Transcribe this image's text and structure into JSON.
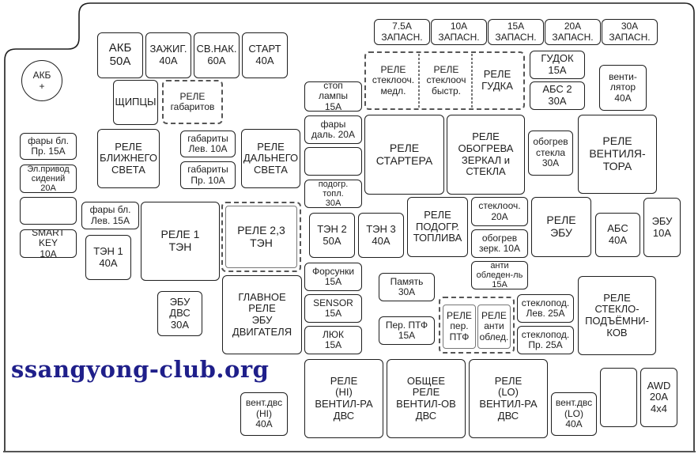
{
  "watermark": "ssangyong-club.org",
  "colors": {
    "line": "#1e1e1e",
    "dashed": "#555555",
    "watermark": "#1f1f8a"
  },
  "battery_terminal": {
    "label": "АКБ\n+"
  },
  "fuses": [
    {
      "id": "fuse-7-5a-spare",
      "label": "7.5А\nЗАПАСН."
    },
    {
      "id": "fuse-10a-spare",
      "label": "10А\nЗАПАСН."
    },
    {
      "id": "fuse-15a-spare",
      "label": "15А\nЗАПАСН."
    },
    {
      "id": "fuse-20a-spare",
      "label": "20А\nЗАПАСН."
    },
    {
      "id": "fuse-30a-spare",
      "label": "30А\nЗАПАСН."
    },
    {
      "id": "fuse-akb-50a",
      "label": "АКБ\n50А"
    },
    {
      "id": "fuse-ignition-40a",
      "label": "ЗАЖИГ.\n40А"
    },
    {
      "id": "fuse-sv-nak-60a",
      "label": "СВ.НАК.\n60А"
    },
    {
      "id": "fuse-start-40a",
      "label": "СТАРТ\n40А"
    },
    {
      "id": "fuse-horn-15a",
      "label": "ГУДОК\n15А"
    },
    {
      "id": "fuse-abs2-30a",
      "label": "АБС 2\n30А"
    },
    {
      "id": "fuse-fan-40a",
      "label": "венти-\nлятор\n40А"
    },
    {
      "id": "fuse-clamps",
      "label": "ЩИПЦЫ"
    },
    {
      "id": "fuse-stop-lamps-15a",
      "label": "стоп\nлампы\n15А"
    },
    {
      "id": "fuse-headlight-right-15a",
      "label": "фары бл.\nПр. 15А"
    },
    {
      "id": "fuse-power-seats-20a",
      "label": "Эл.привод\nсидений\n20А"
    },
    {
      "id": "fuse-parking-left-10a",
      "label": "габариты\nЛев. 10А"
    },
    {
      "id": "fuse-parking-right-10a",
      "label": "габариты\nПр. 10А"
    },
    {
      "id": "fuse-high-beam-20a",
      "label": "фары\nдаль. 20А"
    },
    {
      "id": "fuse-blank-1",
      "label": ""
    },
    {
      "id": "fuse-fan-heater-30a",
      "label": "обогрев\nстекла\n30А"
    },
    {
      "id": "fuse-fuel-heater-30a",
      "label": "подогр.\nтопл.\n30А"
    },
    {
      "id": "fuse-blank-2",
      "label": ""
    },
    {
      "id": "fuse-headlight-left-15a",
      "label": "фары бл.\nЛев. 15А"
    },
    {
      "id": "fuse-smart-key-10a",
      "label": "SMART KEY\n10А"
    },
    {
      "id": "fuse-ten1-40a",
      "label": "ТЭН 1\n40А"
    },
    {
      "id": "fuse-ten2-50a",
      "label": "ТЭН 2\n50А"
    },
    {
      "id": "fuse-ten3-40a",
      "label": "ТЭН 3\n40А"
    },
    {
      "id": "fuse-washer-20a",
      "label": "стеклооч.\n20А"
    },
    {
      "id": "fuse-mirror-heater-10a",
      "label": "обогрев\nзерк. 10А"
    },
    {
      "id": "fuse-abs-40a",
      "label": "АБС\n40А"
    },
    {
      "id": "fuse-ecu-10a",
      "label": "ЭБУ\n10А"
    },
    {
      "id": "fuse-injectors-15a",
      "label": "Форсунки\n15А"
    },
    {
      "id": "fuse-memory-30a",
      "label": "Память\n30А"
    },
    {
      "id": "fuse-antifrost-15a",
      "label": "анти\nобледен-ль\n15А"
    },
    {
      "id": "fuse-ecu-engine-30a",
      "label": "ЭБУ\nДВС\n30А"
    },
    {
      "id": "fuse-sensor-15a",
      "label": "SENSOR\n15А"
    },
    {
      "id": "fuse-window-left-25a",
      "label": "стеклопод.\nЛев. 25А"
    },
    {
      "id": "fuse-sunroof-15a",
      "label": "ЛЮК\n15А"
    },
    {
      "id": "fuse-front-ptf-15a",
      "label": "Пер. ПТФ\n15А"
    },
    {
      "id": "fuse-window-right-25a",
      "label": "стеклопод.\nПр. 25А"
    },
    {
      "id": "fuse-engine-fan-hi-40a",
      "label": "вент.двс\n(HI)\n40А"
    },
    {
      "id": "fuse-engine-fan-lo-40a",
      "label": "вент.двс\n(LO)\n40А"
    },
    {
      "id": "fuse-blank-3",
      "label": ""
    },
    {
      "id": "fuse-awd-20a",
      "label": "AWD\n20А\n4x4"
    }
  ],
  "relays": [
    {
      "id": "relay-parking-lights",
      "label": "РЕЛЕ\nгабаритов"
    },
    {
      "id": "relay-wiper-slow",
      "label": "РЕЛЕ\nстеклооч.\nмедл."
    },
    {
      "id": "relay-wiper-fast",
      "label": "РЕЛЕ\nстеклооч\nбыстр."
    },
    {
      "id": "relay-horn",
      "label": "РЕЛЕ\nГУДКА"
    },
    {
      "id": "relay-low-beam",
      "label": "РЕЛЕ\nБЛИЖНЕГО\nСВЕТА"
    },
    {
      "id": "relay-high-beam",
      "label": "РЕЛЕ\nДАЛЬНЕГО\nСВЕТА"
    },
    {
      "id": "relay-starter",
      "label": "РЕЛЕ\nСТАРТЕРА"
    },
    {
      "id": "relay-mirror-glass-heater",
      "label": "РЕЛЕ\nОБОГРЕВА\nЗЕРКАЛ и\nСТЕКЛА"
    },
    {
      "id": "relay-fan",
      "label": "РЕЛЕ\nВЕНТИЛЯ-\nТОРА"
    },
    {
      "id": "relay-ten1",
      "label": "РЕЛЕ 1\nТЭН"
    },
    {
      "id": "relay-ten23",
      "label": "РЕЛЕ 2,3\nТЭН"
    },
    {
      "id": "relay-fuel-heater",
      "label": "РЕЛЕ\nПОДОГР.\nТОПЛИВА"
    },
    {
      "id": "relay-ecu",
      "label": "РЕЛЕ\nЭБУ"
    },
    {
      "id": "relay-main-ecu",
      "label": "ГЛАВНОЕ\nРЕЛЕ\nЭБУ\nДВИГАТЕЛЯ"
    },
    {
      "id": "relay-front-ptf",
      "label": "РЕЛЕ\nпер.\nПТФ"
    },
    {
      "id": "relay-antifrost",
      "label": "РЕЛЕ\nанти\nоблед."
    },
    {
      "id": "relay-power-windows",
      "label": "РЕЛЕ\nСТЕКЛО-\nПОДЪЁМНИ-\nКОВ"
    },
    {
      "id": "relay-fan-hi",
      "label": "РЕЛЕ\n(HI)\nВЕНТИЛ-РА\nДВС"
    },
    {
      "id": "relay-fans-common",
      "label": "ОБЩЕЕ\nРЕЛЕ\nВЕНТИЛ-ОВ\nДВС"
    },
    {
      "id": "relay-fan-lo",
      "label": "РЕЛЕ\n(LO)\nВЕНТИЛ-РА\nДВС"
    }
  ]
}
